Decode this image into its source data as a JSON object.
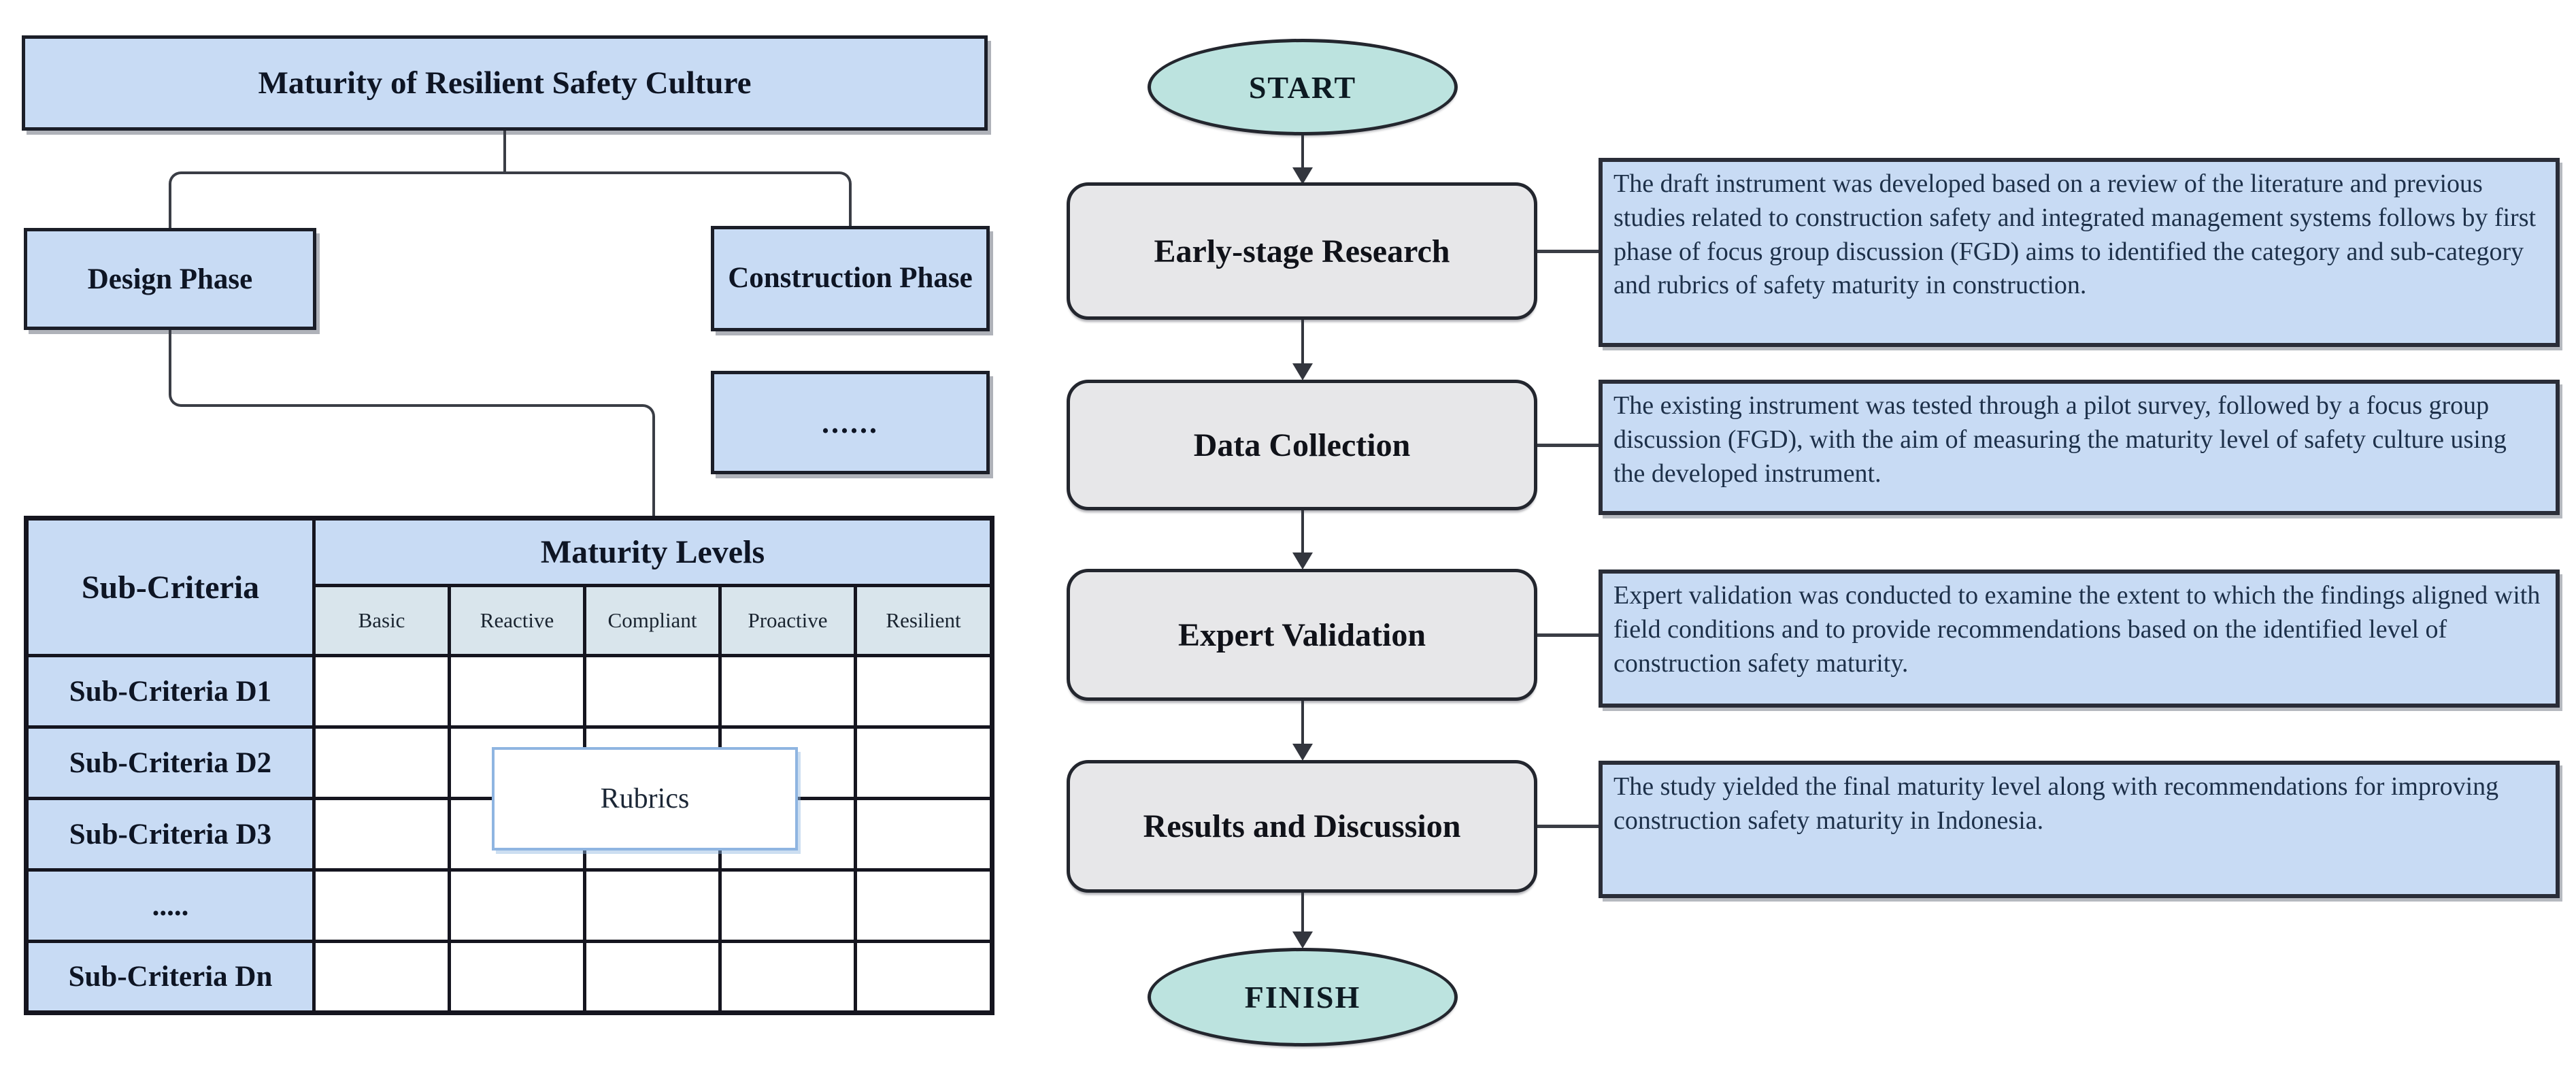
{
  "left_panel": {
    "title": "Maturity of Resilient Safety Culture",
    "design_phase": "Design Phase",
    "construction_phase": "Construction Phase",
    "more_phases": "......",
    "matrix": {
      "corner_header": "Sub-Criteria",
      "group_header": "Maturity Levels",
      "level_headers": [
        "Basic",
        "Reactive",
        "Compliant",
        "Proactive",
        "Resilient"
      ],
      "row_headers": [
        "Sub-Criteria D1",
        "Sub-Criteria D2",
        "Sub-Criteria D3",
        ".....",
        "Sub-Criteria Dn"
      ],
      "overlay_label": "Rubrics"
    }
  },
  "flowchart": {
    "start_label": "START",
    "finish_label": "FINISH",
    "steps": [
      {
        "label": "Early-stage Research",
        "description": "The draft instrument was developed based on a review of the literature and previous studies related to construction safety and integrated management systems follows by first phase of focus group discussion (FGD) aims to identified the category and sub-category and rubrics of safety maturity in construction."
      },
      {
        "label": "Data Collection",
        "description": "The existing instrument was tested through a pilot survey, followed by a focus group discussion (FGD), with the aim of measuring the maturity level of safety culture using the developed instrument."
      },
      {
        "label": "Expert Validation",
        "description": "Expert validation was conducted to examine the extent to which the findings aligned with field conditions and to provide recommendations based on the identified level of construction safety maturity."
      },
      {
        "label": "Results and Discussion",
        "description": "The study yielded the final maturity level along with recommendations for improving construction safety maturity in Indonesia."
      }
    ]
  },
  "colors": {
    "box_blue": "#C8DBF4",
    "level_header_blue": "#D9E5EC",
    "terminal_teal": "#BCE3DF",
    "step_gray": "#E7E7E9",
    "dark_border": "#1B1E28",
    "table_border": "#15151F",
    "connector": "#3A3D45",
    "heading_text": "#0E1524",
    "description_text": "#1D3049",
    "rubrics_border": "#8FB5E1"
  }
}
